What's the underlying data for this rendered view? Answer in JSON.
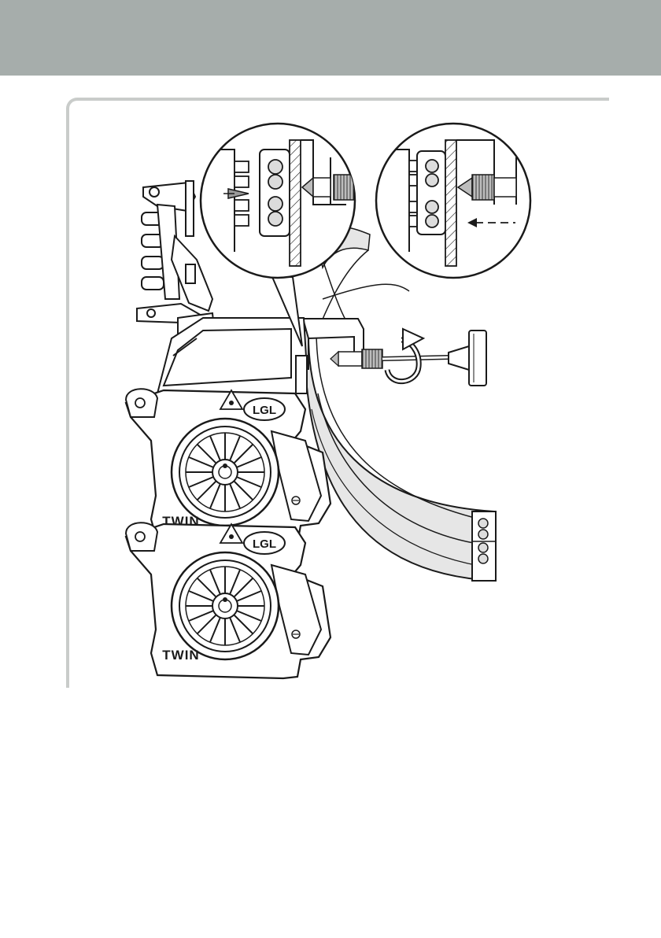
{
  "colors": {
    "header": "#a6adab",
    "frame": "#c9ccca",
    "line": "#1a1a1a",
    "strip_fill": "#e6e6e6",
    "strip_band": "#cfcfcf"
  },
  "device": {
    "module_top": {
      "logo": "LGL",
      "model": "TWIN"
    },
    "module_bottom": {
      "logo": "LGL",
      "model": "TWIN"
    }
  }
}
